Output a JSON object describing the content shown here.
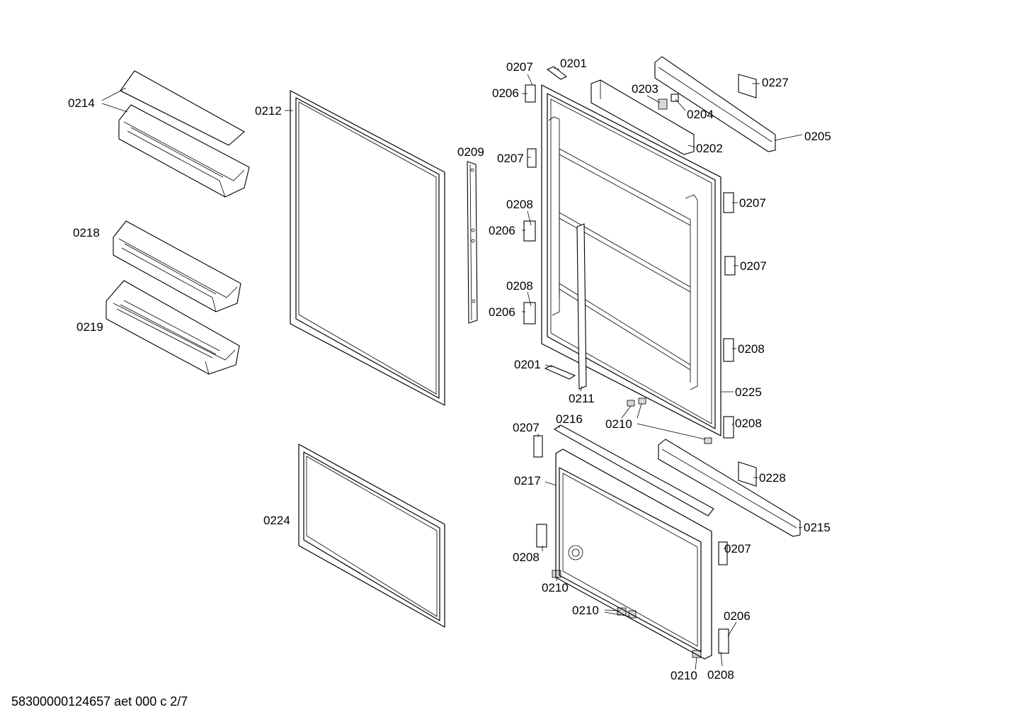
{
  "diagram": {
    "footer_text": "58300000124657 aet 000 c 2/7",
    "part_labels": [
      "0214",
      "0212",
      "0218",
      "0219",
      "0209",
      "0224",
      "0207",
      "0201",
      "0206",
      "0203",
      "0204",
      "0227",
      "0205",
      "0202",
      "0207",
      "0207",
      "0208",
      "0206",
      "0207",
      "0208",
      "0206",
      "0208",
      "0201",
      "0211",
      "0225",
      "0210",
      "0208",
      "0207",
      "0216",
      "0217",
      "0228",
      "0215",
      "0208",
      "0207",
      "0210",
      "0210",
      "0206",
      "0210",
      "0208"
    ]
  }
}
